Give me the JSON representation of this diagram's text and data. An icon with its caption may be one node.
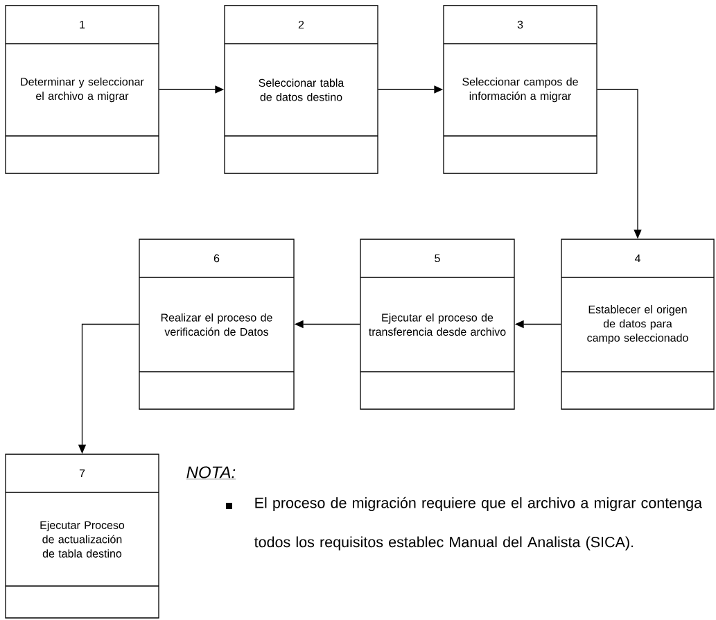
{
  "diagram": {
    "nodes": [
      {
        "text": [
          "1",
          "Determinar y seleccionar el archivo a migrar"
        ]
      },
      {
        "text": [
          "2",
          "Seleccionar tabla de datos destino"
        ]
      },
      {
        "text": [
          "3",
          "Seleccionar campos de información a migrar"
        ]
      },
      {
        "text": [
          "4",
          "Establecer el origen de datos para campo seleccionado"
        ]
      },
      {
        "text": [
          "5",
          "Ejecutar el proceso de transferencia desde archivo"
        ]
      },
      {
        "text": [
          "6",
          "Realizar el proceso de verificación de Datos"
        ]
      },
      {
        "text": [
          "7",
          "Ejecutar Proceso de actualización de tabla destino"
        ]
      }
    ],
    "edges": [
      {
        "from": 0,
        "to": 1,
        "arrow": "to"
      },
      {
        "from": 1,
        "to": 2,
        "arrow": "to"
      },
      {
        "from": 2,
        "to": 3,
        "arrow": "to"
      },
      {
        "from": 3,
        "to": 4,
        "arrow": "to"
      },
      {
        "from": 4,
        "to": 5,
        "arrow": "to"
      },
      {
        "from": 5,
        "to": 6,
        "arrow": "to"
      }
    ],
    "labels": [
      "NOTA:",
      "El proceso de migración requiere que el archivo a migrar contenga todos los requisitos establec Manual del Analista (SICA)."
    ]
  }
}
